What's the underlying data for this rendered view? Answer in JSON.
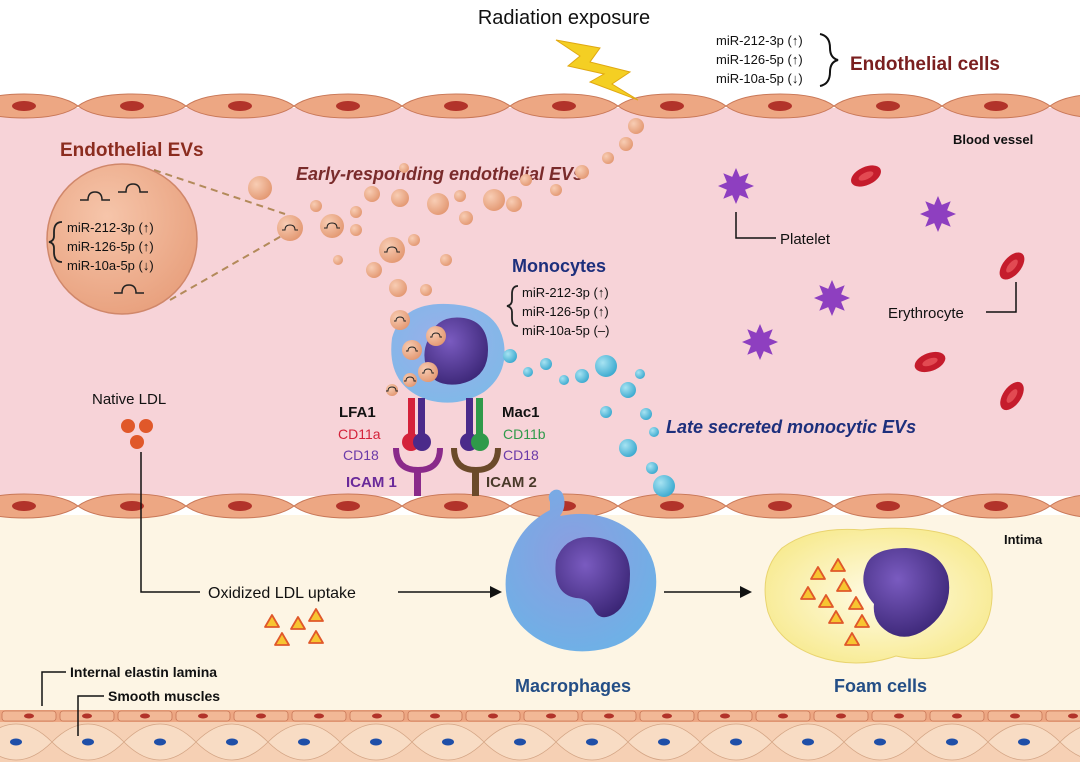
{
  "title": "Radiation exposure",
  "endothelial_cells": {
    "label": "Endothelial cells",
    "mirnas": [
      "miR-212-3p (↑)",
      "miR-126-5p (↑)",
      "miR-10a-5p (↓)"
    ]
  },
  "blood_vessel_label": "Blood vessel",
  "endothelial_evs": {
    "label": "Endothelial EVs",
    "mirnas": [
      "miR-212-3p (↑)",
      "miR-126-5p (↑)",
      "miR-10a-5p (↓)"
    ]
  },
  "early_evs_label": "Early-responding endothelial EVs",
  "monocytes": {
    "label": "Monocytes",
    "mirnas": [
      "miR-212-3p (↑)",
      "miR-126-5p (↑)",
      "miR-10a-5p (–)"
    ]
  },
  "platelet_label": "Platelet",
  "erythrocyte_label": "Erythrocyte",
  "native_ldl_label": "Native LDL",
  "lfa1": {
    "label": "LFA1",
    "sub1": "CD11a",
    "sub2": "CD18"
  },
  "mac1": {
    "label": "Mac1",
    "sub1": "CD11b",
    "sub2": "CD18"
  },
  "icam1_label": "ICAM 1",
  "icam2_label": "ICAM 2",
  "late_evs_label": "Late secreted monocytic EVs",
  "intima_label": "Intima",
  "oxidized_ldl_label": "Oxidized LDL uptake",
  "macrophages_label": "Macrophages",
  "foam_cells_label": "Foam cells",
  "internal_elastin_label": "Internal elastin lamina",
  "smooth_muscles_label": "Smooth muscles",
  "colors": {
    "lumen": "#f7d3d8",
    "intima": "#fdf5e4",
    "endothelium": "#eda783",
    "nucleus": "#b2332a",
    "ev": "#e9a27e",
    "late_ev": "#58bfdc",
    "platelet": "#8e3fc0",
    "erythrocyte": "#c51c2c",
    "ldl": "#e0582a",
    "title_red": "#7a1f1f",
    "label_blue": "#244e86",
    "monocyte_navy": "#1d2f7c"
  }
}
